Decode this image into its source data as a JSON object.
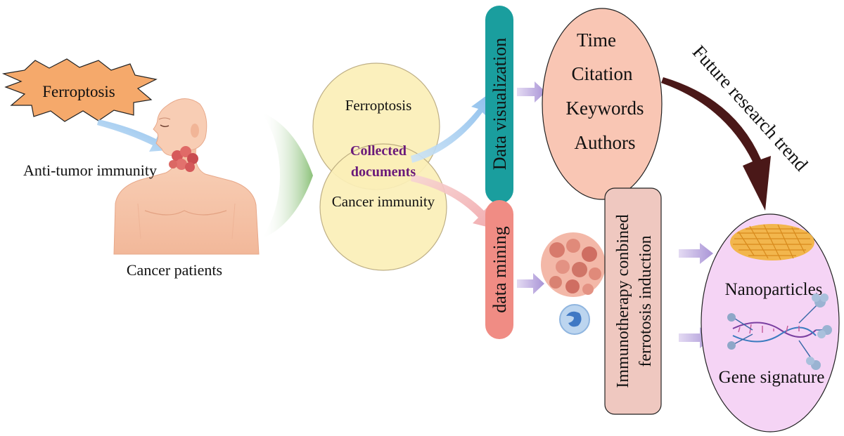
{
  "burst_label": "Ferroptosis",
  "patient": {
    "immunity_label": "Anti-tumor immunity",
    "caption": "Cancer patients"
  },
  "venn": {
    "top_label": "Ferroptosis",
    "bottom_label": "Cancer immunity",
    "overlap_line1": "Collected",
    "overlap_line2": "documents"
  },
  "data_visualization": {
    "label": "Data visualization",
    "items": [
      "Time",
      "Citation",
      "Keywords",
      "Authors"
    ]
  },
  "data_mining": {
    "label": "data mining",
    "box_line1": "Immunotherapy  conbined",
    "box_line2": "ferrotosis  induction"
  },
  "trend_label": "Future research trend",
  "outcome": {
    "nanoparticles": "Nanoparticles",
    "gene_signature": "Gene signature"
  },
  "colors": {
    "burst_fill": "#f5a96b",
    "teal_pill": "#1a9e9e",
    "salmon_pill": "#f08c84",
    "peach_oval": "#f9c6b4",
    "venn_fill": "#fbefb8",
    "mining_box": "#efc8c0",
    "outcome_oval": "#f5d4f5",
    "trend_arrow": "#4a1818",
    "overlap_text": "#6a1a7a",
    "small_arrow": "#b7a3dc",
    "big_green_arrow": "#8cc17a",
    "skin": "#f6c4a8"
  }
}
